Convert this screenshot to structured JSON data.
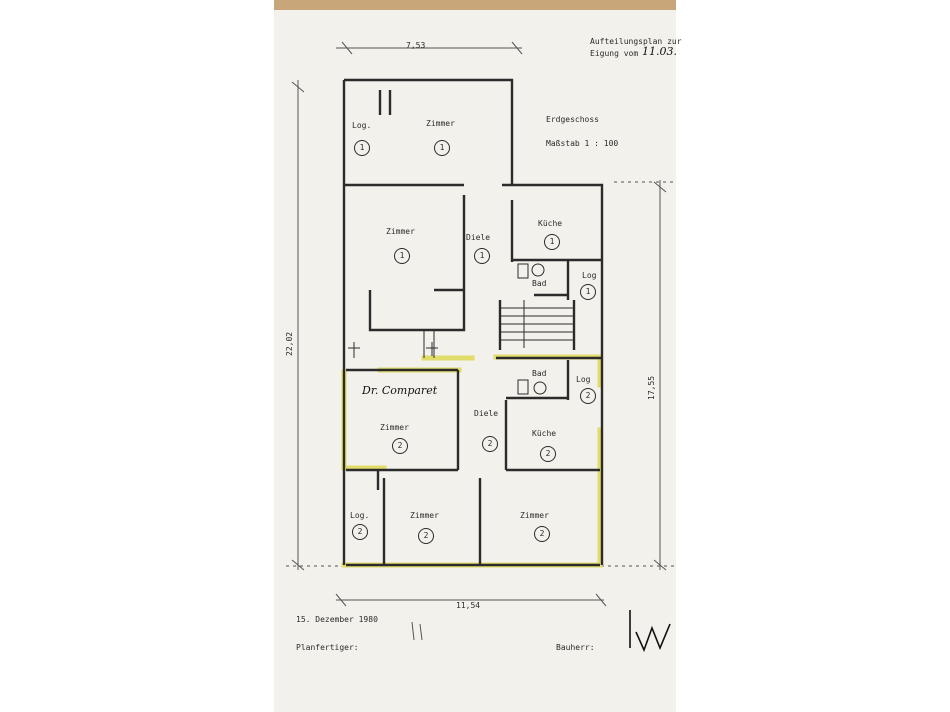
{
  "header": {
    "line1": "Aufteilungsplan zur",
    "line2": "Eigung vom",
    "handwritten": "11.03.",
    "floor": "Erdgeschoss",
    "scale": "Maßstab 1 : 100"
  },
  "dimensions": {
    "top": "7,53",
    "bottom": "11,54",
    "left": "22,02",
    "right": "17,55"
  },
  "rooms": {
    "unit1": {
      "log_top": "Log.",
      "zimmer_top": "Zimmer",
      "zimmer_mid": "Zimmer",
      "diele": "Diele",
      "kueche": "Küche",
      "bad": "Bad",
      "log_right": "Log"
    },
    "unit2": {
      "bad": "Bad",
      "log_right": "Log",
      "zimmer_mid": "Zimmer",
      "diele": "Diele",
      "kueche": "Küche",
      "log_bottom": "Log.",
      "zimmer_bl": "Zimmer",
      "zimmer_br": "Zimmer"
    },
    "markers": [
      "1",
      "2"
    ]
  },
  "annotation": "Dr. Comparet",
  "footer": {
    "date": "15. Dezember 1980",
    "planfertiger": "Planfertiger:",
    "bauherr": "Bauherr:"
  },
  "colors": {
    "highlight": "#e2dc6a",
    "ink": "#2b2b2b",
    "paper": "#f3f1ec"
  }
}
